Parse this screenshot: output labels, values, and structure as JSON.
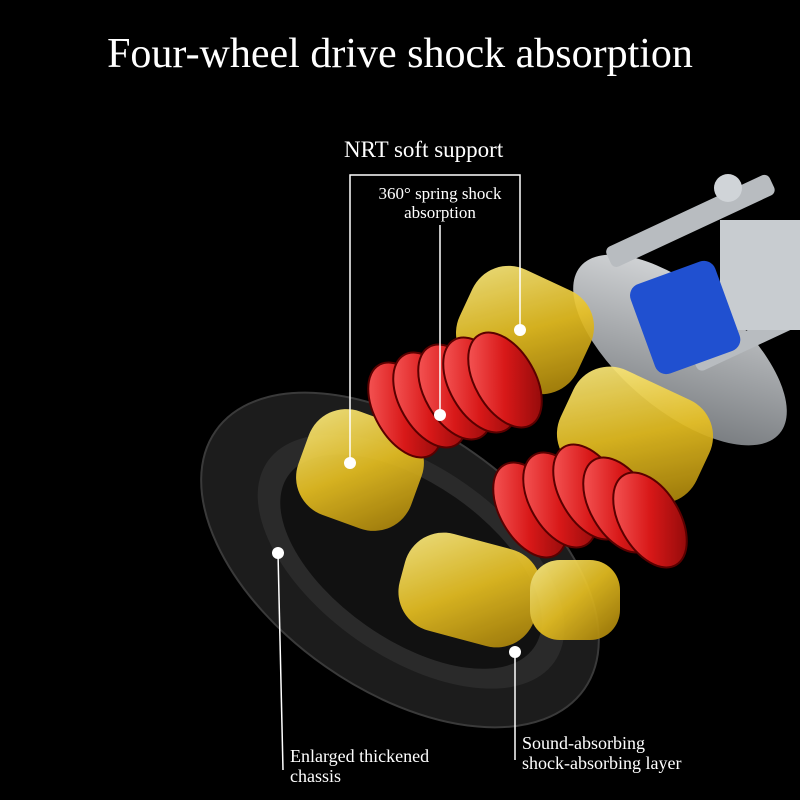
{
  "title": "Four-wheel drive shock absorption",
  "labels": {
    "nrt": "NRT soft support",
    "spring_line1": "360° spring shock",
    "spring_line2": "absorption",
    "chassis_line1": "Enlarged thickened",
    "chassis_line2": "chassis",
    "sound_line1": "Sound-absorbing",
    "sound_line2": "shock-absorbing layer"
  },
  "colors": {
    "background": "#000000",
    "support": "#e8c020",
    "spring": "#d81818",
    "chassis": "#1a1a1a",
    "plate": "#a0a4a8",
    "block": "#2050d0"
  }
}
